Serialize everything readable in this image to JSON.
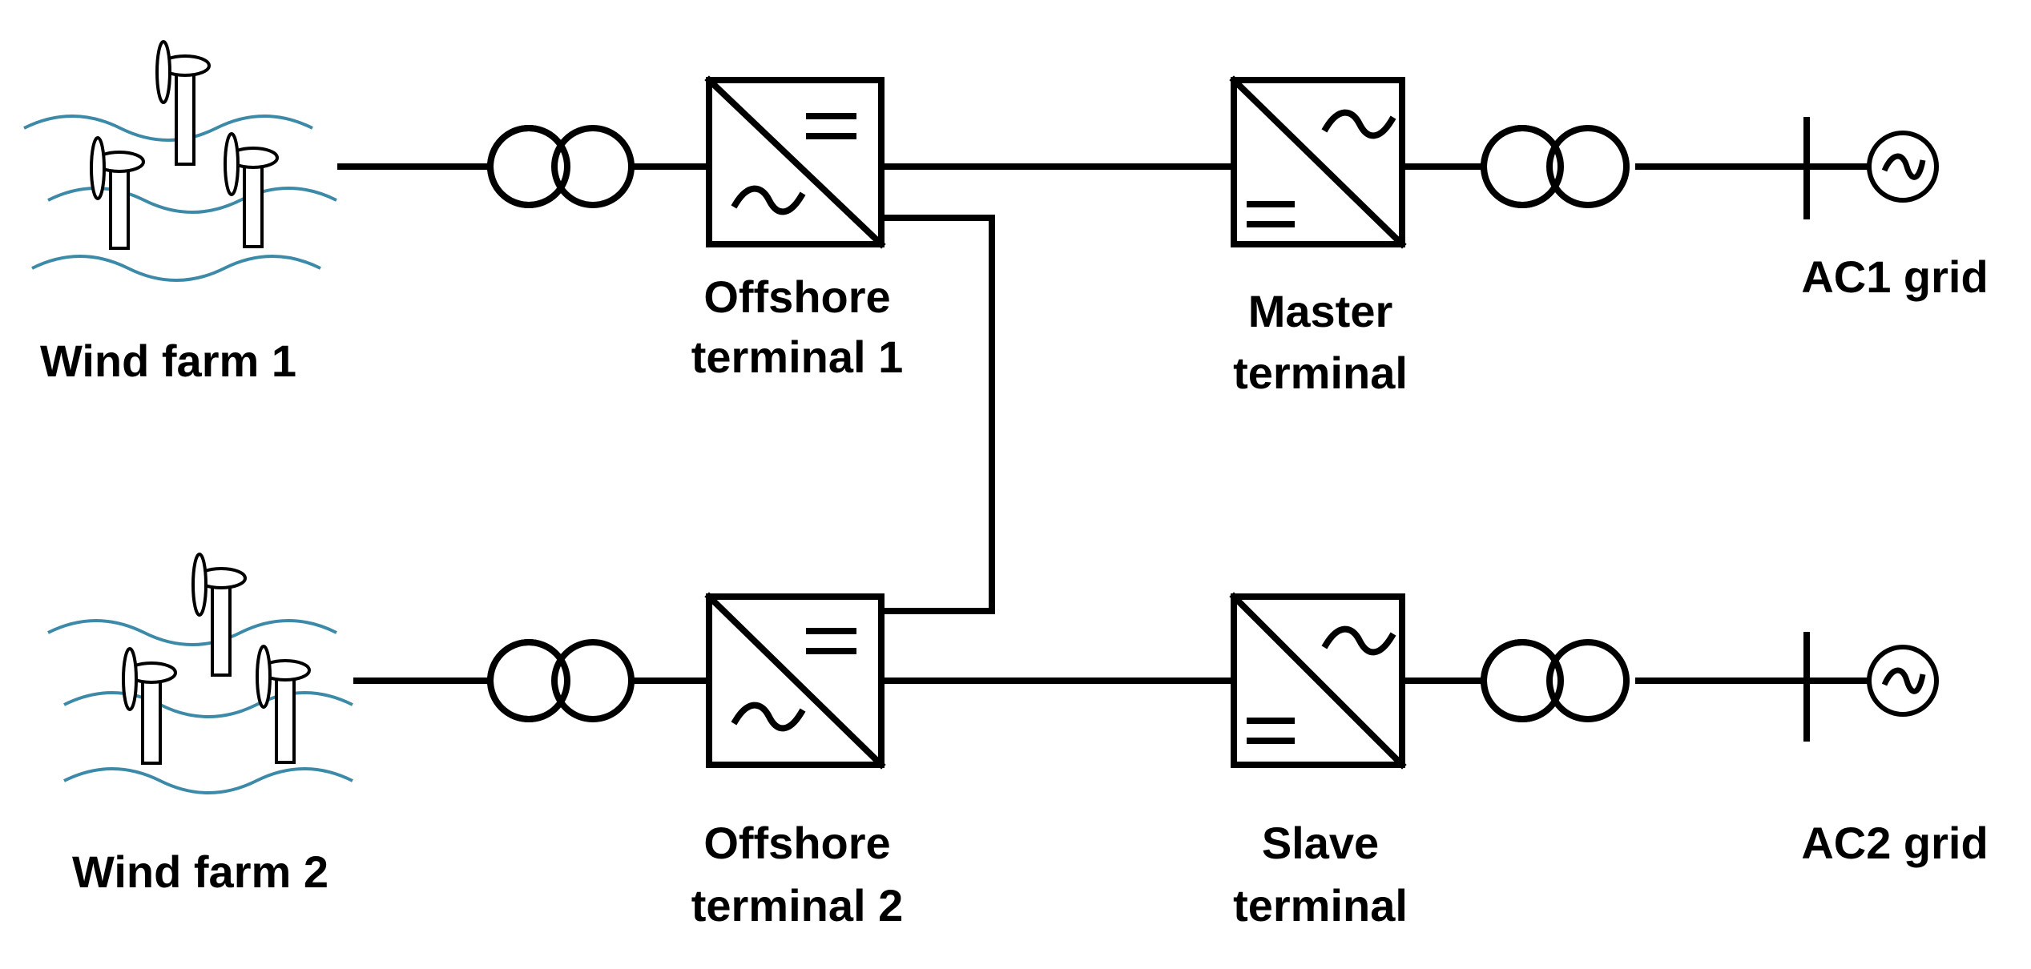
{
  "labels": {
    "wind_farm_1": "Wind farm 1",
    "wind_farm_2": "Wind farm 2",
    "offshore_terminal_1": [
      "Offshore",
      "terminal 1"
    ],
    "offshore_terminal_2": [
      "Offshore",
      "terminal 2"
    ],
    "master_terminal": [
      "Master",
      "terminal"
    ],
    "slave_terminal": [
      "Slave",
      "terminal"
    ],
    "ac1_grid": "AC1 grid",
    "ac2_grid": "AC2 grid"
  },
  "colors": {
    "line": "#000000",
    "sea_waves": "#3d8aa8"
  },
  "icons": [
    "wind-turbine-icon",
    "sea-wave-icon",
    "transformer-icon",
    "ac-dc-converter-icon",
    "bus-bar-icon",
    "ac-source-icon"
  ]
}
